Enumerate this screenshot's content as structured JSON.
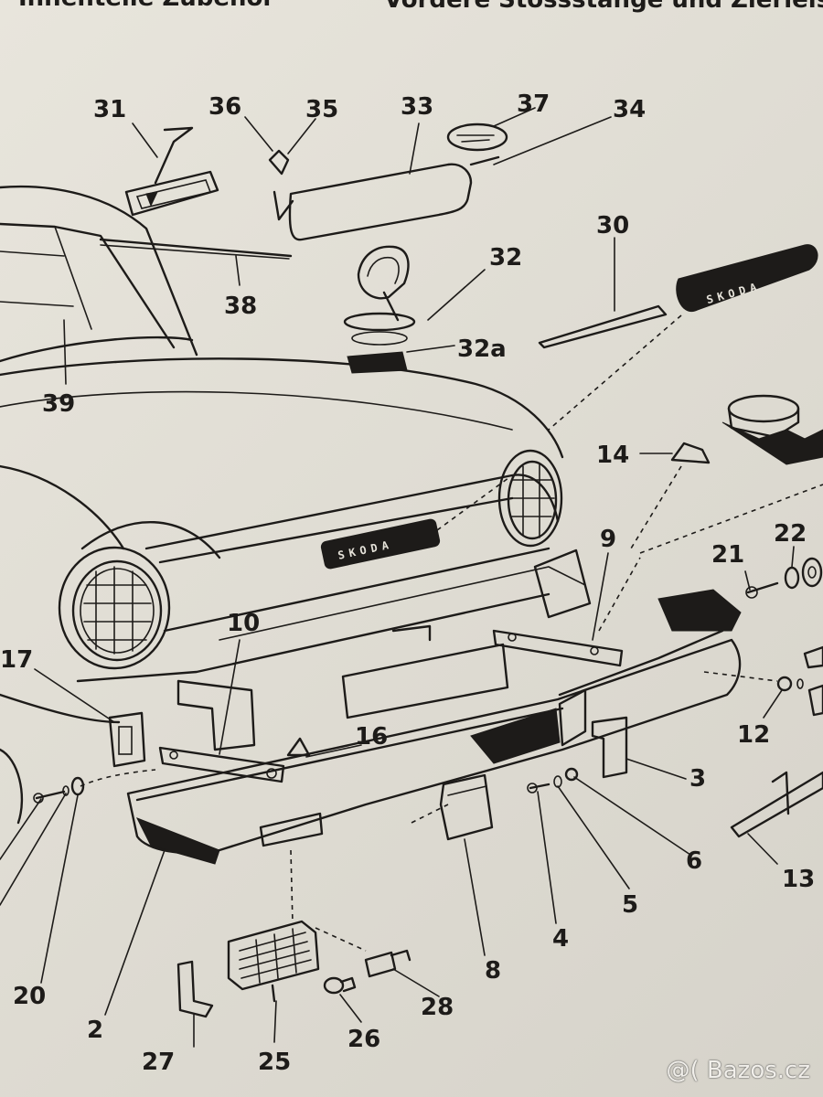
{
  "header": {
    "left_text": "Innenteile Zubehör",
    "right_text": "Vordere Stossstange und Zierleisten"
  },
  "watermark": {
    "text": "@( Bazos.cz"
  },
  "callouts": [
    "31",
    "36",
    "35",
    "33",
    "37",
    "34",
    "30",
    "32",
    "32a",
    "38",
    "39",
    "14",
    "22",
    "21",
    "9",
    "10",
    "17",
    "16",
    "12",
    "3",
    "6",
    "13",
    "5",
    "4",
    "8",
    "20",
    "2",
    "28",
    "27",
    "25",
    "26"
  ],
  "badges": {
    "emblem_text": "SKODA"
  }
}
